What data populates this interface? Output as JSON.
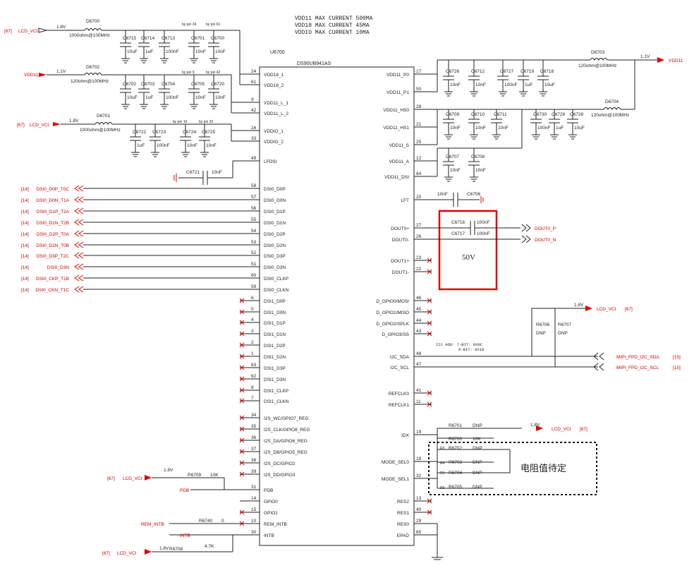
{
  "notes": {
    "current": [
      "VDD11 MAX CURRENT 500MA",
      "VDD18 MAX CURRENT 45MA",
      "VDDIO MAX CURRENT 10MA"
    ],
    "i2c": [
      "IIC ADD: 7-BIT: 0X0C",
      "8-BIT: 0X18"
    ],
    "cap_voltage": "50V",
    "resistor_tbd": "电阻值待定"
  },
  "chip": {
    "ref": "U6700",
    "part": "DS90UB941AS"
  },
  "left_pins": [
    {
      "num": "24",
      "name": "VDD18_1"
    },
    {
      "num": "61",
      "name": "VDD18_2"
    },
    {
      "num": "9",
      "name": "VDD11_L_1"
    },
    {
      "num": "42",
      "name": "VDD11_L_2"
    },
    {
      "num": "16",
      "name": "VDDIO_1"
    },
    {
      "num": "33",
      "name": "VDDIO_2"
    },
    {
      "num": "49",
      "name": "LFDSI"
    },
    {
      "num": "58",
      "name": "DSI0_D0P"
    },
    {
      "num": "57",
      "name": "DSI0_D0N"
    },
    {
      "num": "56",
      "name": "DSI0_D1P"
    },
    {
      "num": "55",
      "name": "DSI0_D1N"
    },
    {
      "num": "54",
      "name": "DSI0_D2P"
    },
    {
      "num": "53",
      "name": "DSI0_D2N"
    },
    {
      "num": "52",
      "name": "DSI0_D3P"
    },
    {
      "num": "51",
      "name": "DSI0_D3N"
    },
    {
      "num": "60",
      "name": "DSI0_CLKP"
    },
    {
      "num": "59",
      "name": "DSI0_CLKN"
    },
    {
      "num": "6",
      "name": "DSI1_D0P"
    },
    {
      "num": "5",
      "name": "DSI1_D0N"
    },
    {
      "num": "4",
      "name": "DSI1_D1P"
    },
    {
      "num": "3",
      "name": "DSI1_D1N"
    },
    {
      "num": "2",
      "name": "DSI1_D2P"
    },
    {
      "num": "1",
      "name": "DSI1_D2N"
    },
    {
      "num": "63",
      "name": "DSI1_D3P"
    },
    {
      "num": "62",
      "name": "DSI1_D3N"
    },
    {
      "num": "8",
      "name": "DSI1_CLKP"
    },
    {
      "num": "7",
      "name": "DSI1_CLKN"
    },
    {
      "num": "34",
      "name": "I2S_WC/GPIO7_REG"
    },
    {
      "num": "35",
      "name": "I2S_CLK/GPIO8_REG"
    },
    {
      "num": "36",
      "name": "I2S_DA/GPIO6_REG"
    },
    {
      "num": "37",
      "name": "I2S_DB/GPIO5_REG"
    },
    {
      "num": "38",
      "name": "I2S_DC/GPIO2"
    },
    {
      "num": "39",
      "name": "I2S_DD/GPIO3"
    },
    {
      "num": "31",
      "name": "PDB"
    },
    {
      "num": "14",
      "name": "GPIO0"
    },
    {
      "num": "15",
      "name": "GPIO1"
    },
    {
      "num": "10",
      "name": "REM_INTB"
    },
    {
      "num": "30",
      "name": "INTB"
    }
  ],
  "right_pins": [
    {
      "num": "17",
      "name": "VDD11_P0"
    },
    {
      "num": "50",
      "name": "VDD11_P1"
    },
    {
      "num": "28",
      "name": "VDD11_HS0"
    },
    {
      "num": "21",
      "name": "VDD11_HS1"
    },
    {
      "num": "25",
      "name": "VDD11_S"
    },
    {
      "num": "12",
      "name": "VDD11_A"
    },
    {
      "num": "64",
      "name": "VDD11_DSI"
    },
    {
      "num": "20",
      "name": "LFT"
    },
    {
      "num": "27",
      "name": "DOUT0+"
    },
    {
      "num": "26",
      "name": "DOUT0-"
    },
    {
      "num": "23",
      "name": "DOUT1+"
    },
    {
      "num": "22",
      "name": "DOUT1-"
    },
    {
      "num": "46",
      "name": "D_GPIO0/MOSI"
    },
    {
      "num": "45",
      "name": "D_GPIO1/MISO"
    },
    {
      "num": "44",
      "name": "D_GPIO2/SPLK"
    },
    {
      "num": "43",
      "name": "D_GPIO3/SS"
    },
    {
      "num": "48",
      "name": "I2C_SDA"
    },
    {
      "num": "47",
      "name": "I2C_SCL"
    },
    {
      "num": "41",
      "name": "REFCLK0"
    },
    {
      "num": "11",
      "name": "REFCLK1"
    },
    {
      "num": "19",
      "name": "IDX"
    },
    {
      "num": "18",
      "name": "MODE_SEL0"
    },
    {
      "num": "32",
      "name": "MODE_SEL1"
    },
    {
      "num": "13",
      "name": "RES2"
    },
    {
      "num": "40",
      "name": "RES1"
    },
    {
      "num": "29",
      "name": "RES0"
    },
    {
      "num": "65",
      "name": "EPAD"
    }
  ],
  "dsi_nets": [
    {
      "sheet": "[14]",
      "name": "DSI0_D0P_T0C"
    },
    {
      "sheet": "[14]",
      "name": "DSI0_D0N_T1A"
    },
    {
      "sheet": "[14]",
      "name": "DSI0_D1P_T2A"
    },
    {
      "sheet": "[14]",
      "name": "DSI0_D1N_T2B"
    },
    {
      "sheet": "[14]",
      "name": "DSI0_D2P_T0A"
    },
    {
      "sheet": "[14]",
      "name": "DSI0_D2N_T0B"
    },
    {
      "sheet": "[14]",
      "name": "DSI0_D3P_T2C"
    },
    {
      "sheet": "[14]",
      "name": "DSI0_D3N"
    },
    {
      "sheet": "[14]",
      "name": "DSI0_CKP_T1B"
    },
    {
      "sheet": "[14]",
      "name": "DSI0_CKN_T1C"
    }
  ],
  "power_left": [
    {
      "sheet": "[67]",
      "net": "LCD_VCI",
      "volt": "1.8V",
      "ferrite": "D6700",
      "ferrite_val": "1000ohm@100MHz"
    },
    {
      "sheet": "",
      "net": "VDD11",
      "volt": "1.1V",
      "ferrite": "D6702",
      "ferrite_val": "120ohm@100MHz"
    },
    {
      "sheet": "[67]",
      "net": "LCD_VCI",
      "volt": "1.8V",
      "ferrite": "D6701",
      "ferrite_val": "1000ohm@100MHz"
    }
  ],
  "power_right": [
    {
      "net": "VDD11",
      "volt": "1.1V",
      "ferrite": "D6703",
      "ferrite_val": "120ohm@100MHz"
    },
    {
      "ferrite": "D6704",
      "ferrite_val": "120ohm@100MHz"
    }
  ],
  "caps": {
    "row1": [
      {
        "ref": "C6715",
        "val": "10uF"
      },
      {
        "ref": "C6714",
        "val": "1uF"
      },
      {
        "ref": "C6713",
        "val": "100nF"
      },
      {
        "ref": "C6701",
        "val": "10nF"
      },
      {
        "ref": "C6700",
        "val": "10nF"
      }
    ],
    "row1_note": [
      "by pin 24",
      "by pin 61"
    ],
    "row2": [
      {
        "ref": "C6702",
        "val": "10uF"
      },
      {
        "ref": "C6703",
        "val": "1uF"
      },
      {
        "ref": "C6704",
        "val": "100nF"
      },
      {
        "ref": "C6705",
        "val": "10nF"
      },
      {
        "ref": "C6720",
        "val": "10nF"
      }
    ],
    "row2_note": [
      "by pin 9",
      "by pin 42"
    ],
    "row3": [
      {
        "ref": "C6722",
        "val": "1uF"
      },
      {
        "ref": "C6723",
        "val": "100nF"
      },
      {
        "ref": "C6724",
        "val": "10nF"
      },
      {
        "ref": "C6725",
        "val": "10nF"
      }
    ],
    "row3_note": [
      "by pin 16",
      "by pin 33"
    ],
    "lfdsi": {
      "ref": "C6721",
      "val": "10nF"
    },
    "r_p0": [
      {
        "ref": "C6726",
        "val": "10nF"
      },
      {
        "ref": "C6712",
        "val": "10nF"
      },
      {
        "ref": "C6727",
        "val": "100nF"
      },
      {
        "ref": "C6719",
        "val": "1uF"
      },
      {
        "ref": "C6718",
        "val": "10uF"
      }
    ],
    "r_hs": [
      {
        "ref": "C6709",
        "val": "10nF"
      },
      {
        "ref": "C6710",
        "val": "10nF"
      },
      {
        "ref": "C6711",
        "val": "10nF"
      },
      {
        "ref": "C6730",
        "val": "100nF"
      },
      {
        "ref": "C6729",
        "val": "1uF"
      },
      {
        "ref": "C6728",
        "val": "10uF"
      }
    ],
    "r_a": [
      {
        "ref": "C6707",
        "val": "10nF"
      },
      {
        "ref": "C6708",
        "val": "10nF"
      }
    ],
    "lft": {
      "ref": "C6706",
      "val": "10nF"
    },
    "dout": [
      {
        "ref": "C6716",
        "val": "100nF"
      },
      {
        "ref": "C6717",
        "val": "100nF"
      }
    ]
  },
  "outputs": {
    "dout_p": "DOUT0_P",
    "dout_n": "DOUT0_N",
    "sda": {
      "net": "MIPI_FPD_I2C_SDA",
      "sheet": "[15]"
    },
    "scl": {
      "net": "MIPI_FPD_I2C_SCL",
      "sheet": "[15]"
    },
    "i2c_pull": {
      "volt": "1.8V",
      "net": "LCD_VCI",
      "sheet": "[67]",
      "r1": "R6706",
      "r2": "R6707",
      "dnp": "DNP"
    },
    "idx_pull": {
      "volt": "1.8V",
      "net": "LCD_VCI",
      "sheet": "[67]"
    }
  },
  "resistors_right": [
    {
      "ref": "R6701",
      "val": "DNP",
      "tag": ""
    },
    {
      "ref": "R6700",
      "val": "10K",
      "tag": ""
    },
    {
      "ref": "R6702",
      "val": "DNP",
      "tag": "R3"
    },
    {
      "ref": "R6703",
      "val": "DNP",
      "tag": "R4"
    },
    {
      "ref": "R6704",
      "val": "DNP",
      "tag": "R5"
    },
    {
      "ref": "R6705",
      "val": "DNP",
      "tag": "R6"
    }
  ],
  "bottom_left": {
    "pdb": {
      "sheet": "[67]",
      "net": "LCD_VCI",
      "volt": "1.8V",
      "r": "R6709",
      "val": "10K",
      "label": "PDB"
    },
    "rem": {
      "net": "REM_INTB",
      "r": "R6740",
      "val": "0"
    },
    "intb": {
      "net": "INTB"
    },
    "intb_pull": {
      "sheet": "[67]",
      "net": "LCD_VCI",
      "volt": "1.8V",
      "r": "R6708",
      "val": "4.7K"
    }
  }
}
